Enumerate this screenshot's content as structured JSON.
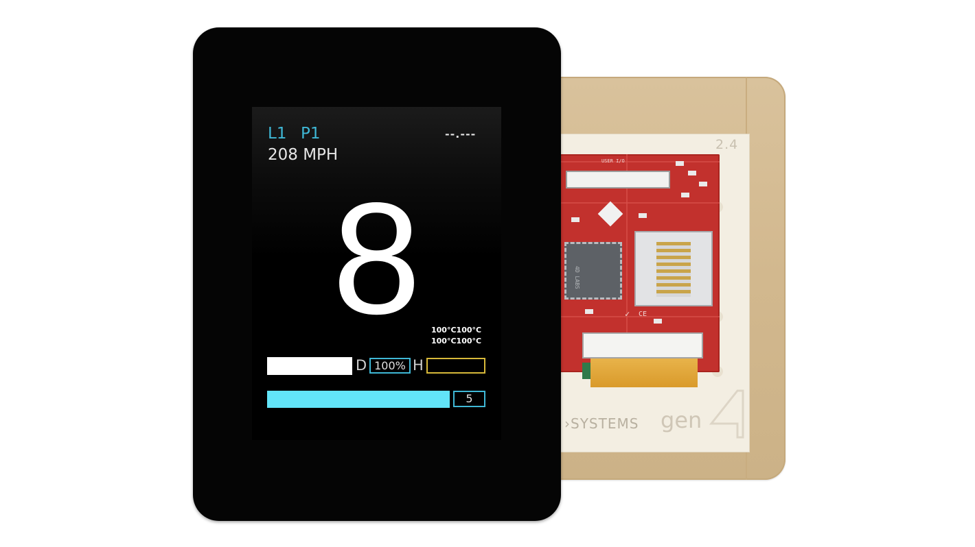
{
  "device_back": {
    "version_label": "2.4",
    "brand_text": "SYSTEMS",
    "series_text": "gen",
    "chip_text": "4D LABS"
  },
  "display": {
    "lap_label": "L1",
    "position_label": "P1",
    "lap_time": "--.---",
    "speed": "208 MPH",
    "gear": "8",
    "temp_line_1": "100°C100°C",
    "temp_line_2": "100°C100°C",
    "d_label": "D",
    "d_value": "100%",
    "h_label": "H",
    "progress_value": "5",
    "progress_fraction": 1.0,
    "colors": {
      "accent_cyan": "#3fb8d6",
      "bar_cyan": "#62e4f8",
      "accent_yellow": "#d8b93a",
      "bezel": "#050505",
      "frame_gold": "#d2b88e",
      "pcb_red": "#c2312d"
    }
  }
}
